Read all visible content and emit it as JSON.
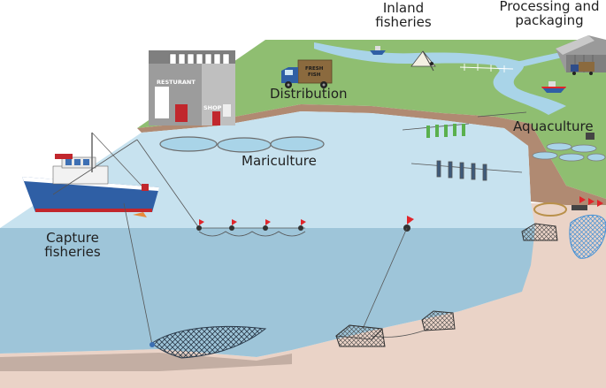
{
  "labels": {
    "inland_fisheries_line1": "Inland",
    "inland_fisheries_line2": "fisheries",
    "processing_line1": "Processing and",
    "processing_line2": "packaging",
    "distribution": "Distribution",
    "aquaculture": "Aquaculture",
    "mariculture": "Mariculture",
    "capture_line1": "Capture",
    "capture_line2": "fisheries"
  },
  "buildings": {
    "restaurant_sign": "RESTURANT",
    "shop_sign": "SHOP"
  },
  "truck": {
    "cargo_line1": "FRESH",
    "cargo_line2": "FISH"
  },
  "colors": {
    "land_green": "#8fbe71",
    "river_blue": "#a9d4e8",
    "water_surface": "#c7e2ef",
    "water_deep": "#9ec5d9",
    "seabed": "#ead3c7",
    "shore_brown": "#b08a72",
    "boat_hull": "#2f5fa5",
    "marker_red": "#e0252b"
  }
}
